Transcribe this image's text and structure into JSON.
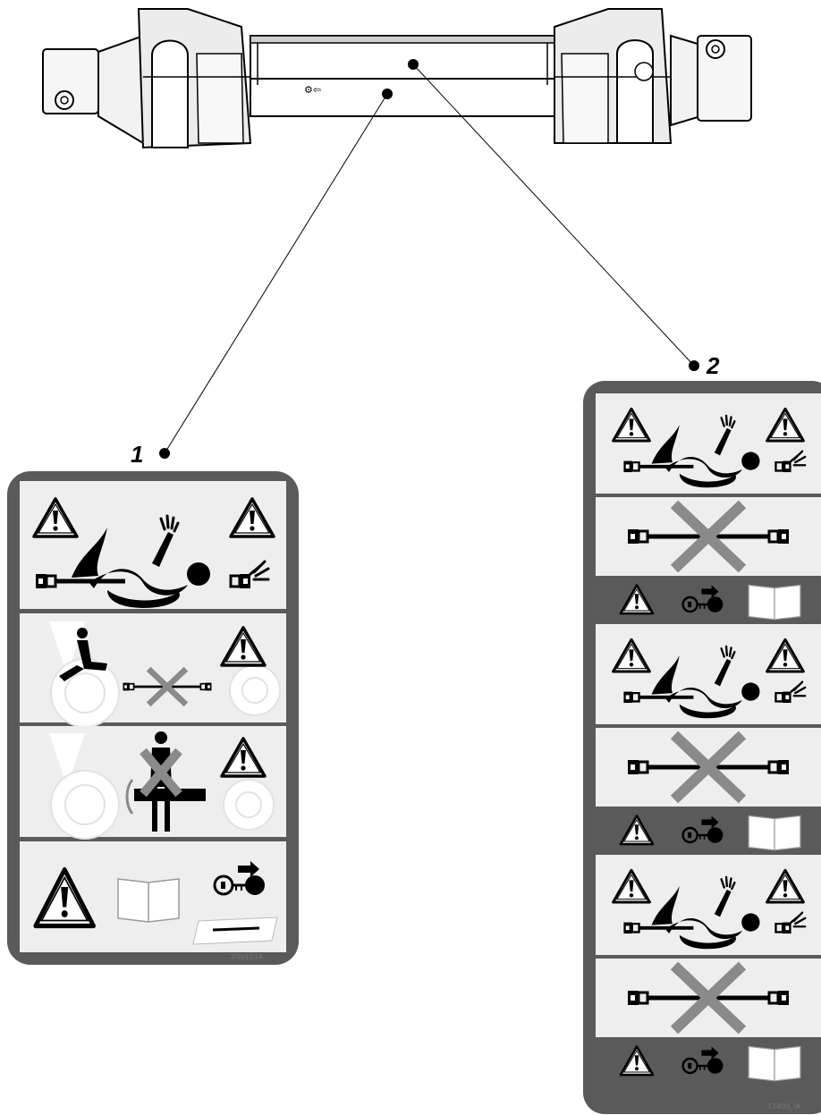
{
  "callouts": [
    {
      "id": "1",
      "label": "1"
    },
    {
      "id": "2",
      "label": "2"
    }
  ],
  "decal_1": {
    "code": "Z00101A",
    "panels": [
      "entanglement-warning",
      "no-riding-near-shaft",
      "no-standing-near-shaft",
      "read-manual-remove-key"
    ]
  },
  "decal_2": {
    "code": "11400_IA",
    "panels": [
      "entanglement-warning",
      "shaft-guard-missing",
      "read-manual-remove-key",
      "entanglement-warning",
      "shaft-guard-missing",
      "read-manual-remove-key",
      "entanglement-warning",
      "shaft-guard-missing",
      "read-manual-remove-key"
    ]
  },
  "colors": {
    "decal_border": "#5a5a5a",
    "panel_fill": "#eeeeee",
    "cross": "#8a8a8a",
    "ink": "#000000"
  }
}
